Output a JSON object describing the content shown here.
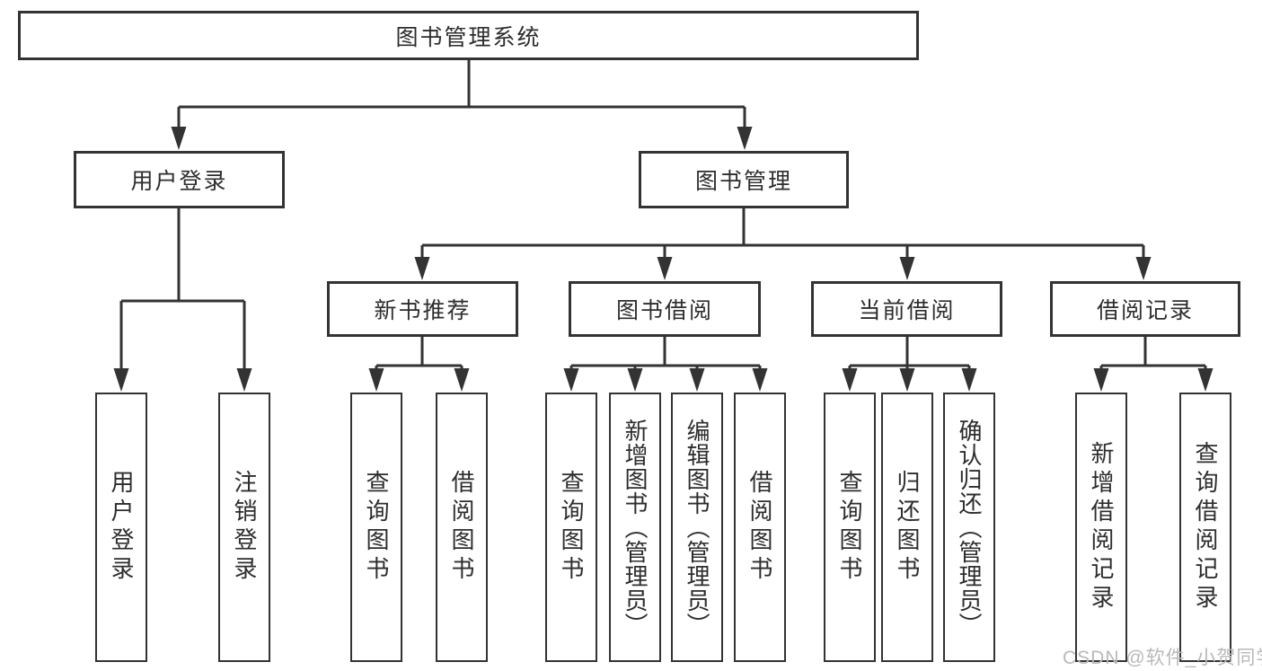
{
  "diagram": {
    "root": {
      "label": "图书管理系统"
    },
    "level2": [
      {
        "label": "用户登录"
      },
      {
        "label": "图书管理"
      }
    ],
    "level3": [
      {
        "label": "新书推荐"
      },
      {
        "label": "图书借阅"
      },
      {
        "label": "当前借阅"
      },
      {
        "label": "借阅记录"
      }
    ],
    "leaves": {
      "user_login": [
        {
          "label": "用户登录"
        },
        {
          "label": "注销登录"
        }
      ],
      "new_book": [
        {
          "label": "查询图书"
        },
        {
          "label": "借阅图书"
        }
      ],
      "book_borrow": [
        {
          "label": "查询图书"
        },
        {
          "label": "新增图书（管理员）"
        },
        {
          "label": "编辑图书（管理员）"
        },
        {
          "label": "借阅图书"
        }
      ],
      "current_borrow": [
        {
          "label": "查询图书"
        },
        {
          "label": "归还图书"
        },
        {
          "label": "确认归还（管理员）"
        }
      ],
      "borrow_record": [
        {
          "label": "新增借阅记录"
        },
        {
          "label": "查询借阅记录"
        }
      ]
    }
  },
  "watermark": {
    "text": "CSDN @软件_小贺同学"
  },
  "colors": {
    "line": "#333333",
    "box_border": "#333333",
    "box_fill": "#ffffff",
    "text": "#2d2d2d",
    "watermark": "#b9b9b9",
    "background": "#ffffff"
  }
}
